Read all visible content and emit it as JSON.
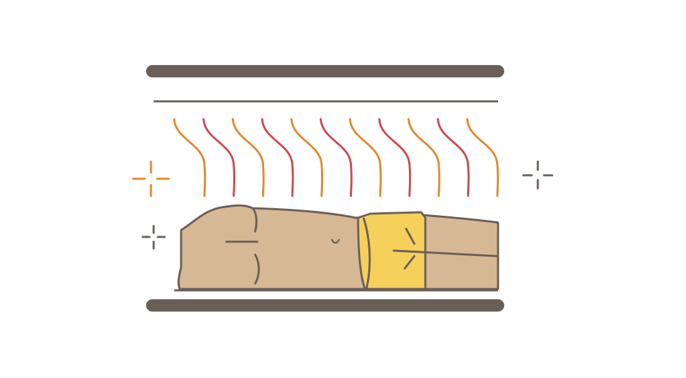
{
  "illustration": {
    "subject": "person-lying-in-heated-bed",
    "colors": {
      "background": "#ffffff",
      "bar": "#6a5f58",
      "line": "#6a5f58",
      "wave_orange": "#e08a2e",
      "wave_red": "#c94a4f",
      "skin": "#d7b895",
      "shorts": "#f5d15c",
      "sparkle_orange": "#e08a2e",
      "sparkle_gray": "#6a5f58"
    },
    "wave_pattern": [
      "orange",
      "red",
      "orange",
      "red",
      "orange",
      "red",
      "orange",
      "red",
      "orange",
      "red",
      "orange"
    ],
    "icons": [
      "sparkle-icon",
      "sparkle-icon",
      "sparkle-icon"
    ]
  }
}
